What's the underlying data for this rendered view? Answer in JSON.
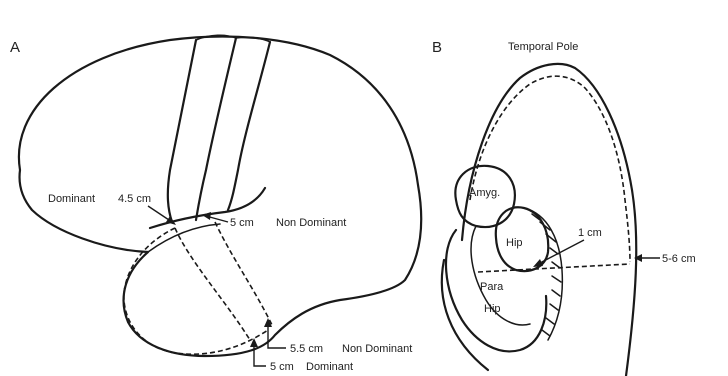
{
  "panel_a": {
    "letter": "A",
    "label_dominant": "Dominant",
    "label_4_5cm": "4.5 cm",
    "label_5cm_upper": "5 cm",
    "label_non_dominant_upper": "Non Dominant",
    "label_5_5cm": "5.5 cm",
    "label_non_dominant_lower": "Non Dominant",
    "label_5cm_lower": "5 cm",
    "label_dominant_lower": "Dominant"
  },
  "panel_b": {
    "letter": "B",
    "label_temporal_pole": "Temporal Pole",
    "label_amyg": "Amyg.",
    "label_hip": "Hip",
    "label_1cm": "1 cm",
    "label_para": "Para",
    "label_hip_lower": "Hip",
    "label_5_6cm": "5-6 cm"
  }
}
